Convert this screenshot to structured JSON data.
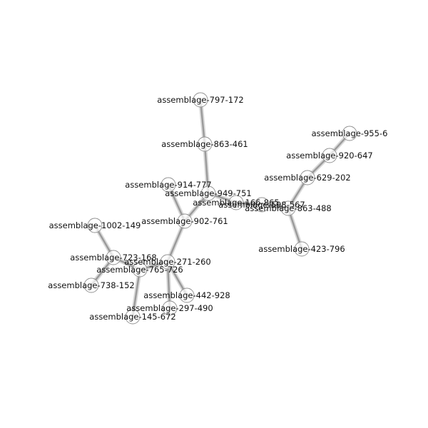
{
  "graph": {
    "nodes": [
      {
        "id": "n797",
        "label": "assemblage-797-172"
      },
      {
        "id": "n863_461",
        "label": "assemblage-863-461"
      },
      {
        "id": "n914",
        "label": "assemblage-914-777"
      },
      {
        "id": "n949",
        "label": "assemblage-949-751"
      },
      {
        "id": "n166",
        "label": "assemblage-166-865"
      },
      {
        "id": "n598",
        "label": "assemblage-598-567"
      },
      {
        "id": "n863_488",
        "label": "assemblage-863-488"
      },
      {
        "id": "n902",
        "label": "assemblage-902-761"
      },
      {
        "id": "n1002",
        "label": "assemblage-1002-149"
      },
      {
        "id": "n723",
        "label": "assemblage-723-168"
      },
      {
        "id": "n271",
        "label": "assemblage-271-260"
      },
      {
        "id": "n765",
        "label": "assemblage-765-726"
      },
      {
        "id": "n738",
        "label": "assemblage-738-152"
      },
      {
        "id": "n442",
        "label": "assemblage-442-928"
      },
      {
        "id": "n297",
        "label": "assemblage-297-490"
      },
      {
        "id": "n145",
        "label": "assemblage-145-672"
      },
      {
        "id": "n955",
        "label": "assemblage-955-6"
      },
      {
        "id": "n920",
        "label": "assemblage-920-647"
      },
      {
        "id": "n629",
        "label": "assemblage-629-202"
      },
      {
        "id": "n423",
        "label": "assemblage-423-796"
      }
    ],
    "edges": [
      [
        "n797",
        "n863_461"
      ],
      [
        "n863_461",
        "n949"
      ],
      [
        "n914",
        "n902"
      ],
      [
        "n949",
        "n902"
      ],
      [
        "n949",
        "n166"
      ],
      [
        "n166",
        "n598"
      ],
      [
        "n598",
        "n863_488"
      ],
      [
        "n863_488",
        "n629"
      ],
      [
        "n629",
        "n920"
      ],
      [
        "n920",
        "n955"
      ],
      [
        "n863_488",
        "n423"
      ],
      [
        "n902",
        "n271"
      ],
      [
        "n1002",
        "n723"
      ],
      [
        "n723",
        "n765"
      ],
      [
        "n723",
        "n738"
      ],
      [
        "n765",
        "n271"
      ],
      [
        "n765",
        "n145"
      ],
      [
        "n271",
        "n442"
      ],
      [
        "n271",
        "n297"
      ]
    ]
  }
}
